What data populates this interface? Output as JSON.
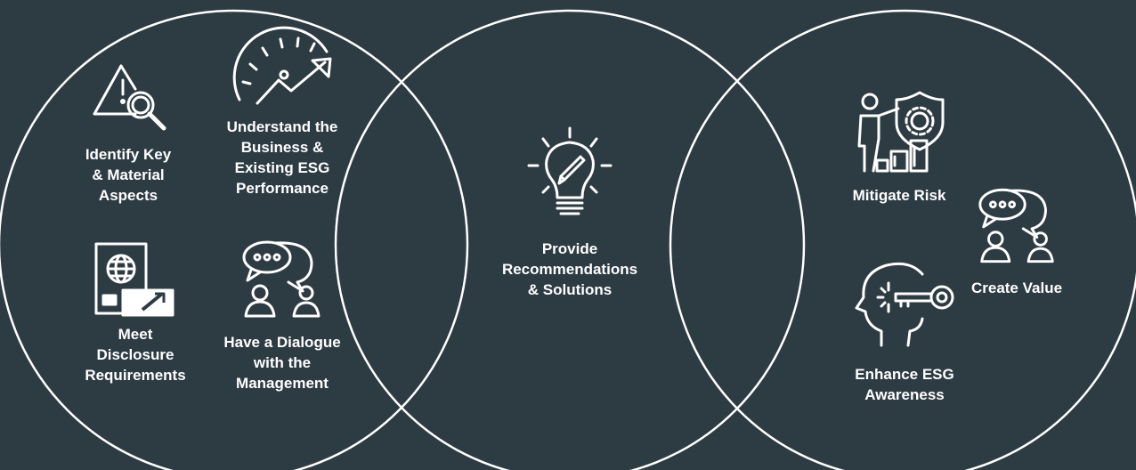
{
  "colors": {
    "background": "#2d3b42",
    "stroke": "#ffffff",
    "text": "#ffffff"
  },
  "circles": [
    {
      "items": [
        {
          "icon": "warning-magnifier-icon",
          "label": "Identify Key\n& Material\nAspects"
        },
        {
          "icon": "speedometer-growth-icon",
          "label": "Understand the\nBusiness &\nExisting ESG\nPerformance"
        },
        {
          "icon": "passport-globe-icon",
          "label": "Meet\nDisclosure\nRequirements"
        },
        {
          "icon": "dialogue-people-icon",
          "label": "Have a Dialogue\nwith the\nManagement"
        }
      ]
    },
    {
      "items": [
        {
          "icon": "lightbulb-pencil-icon",
          "label": "Provide\nRecommendations\n& Solutions"
        }
      ]
    },
    {
      "items": [
        {
          "icon": "risk-shield-presenter-icon",
          "label": "Mitigate Risk"
        },
        {
          "icon": "dialogue-people-icon",
          "label": "Create Value"
        },
        {
          "icon": "head-key-icon",
          "label": "Enhance ESG\nAwareness"
        }
      ]
    }
  ]
}
